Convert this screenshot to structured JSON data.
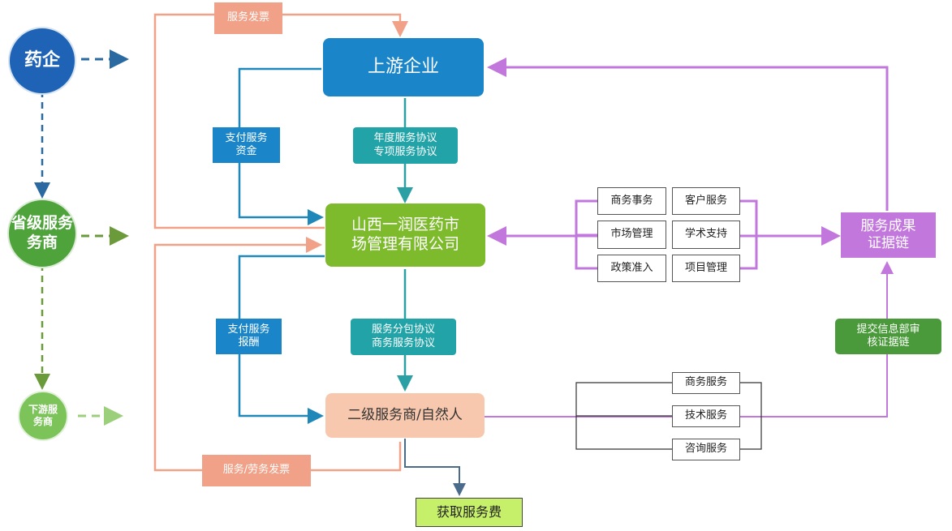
{
  "stages": {
    "pharma": "药企",
    "provincial": "省级服务\n务商",
    "downstream": "下游服\n务商"
  },
  "nodes": {
    "upstream": "上游企业",
    "company": "山西一润医药市\n场管理有限公司",
    "secondary": "二级服务商/自然人",
    "evidence": "服务成果\n证据链",
    "fee": "获取服务费"
  },
  "labels": {
    "invoice_service": "服务发票",
    "pay_funds": "支付服务\n资金",
    "annual_agreement": "年度服务协议\n专项服务协议",
    "pay_reward": "支付服务\n报酬",
    "subcontract": "服务分包协议\n商务服务协议",
    "labor_invoice": "服务/劳务发票",
    "submit_review": "提交信息部审\n核证据链"
  },
  "services_company": [
    "商务事务",
    "客户服务",
    "市场管理",
    "学术支持",
    "政策准入",
    "项目管理"
  ],
  "services_secondary": [
    "商务服务",
    "技术服务",
    "咨询服务"
  ],
  "colors": {
    "blue": "#1a86c9",
    "green": "#7dbb2c",
    "teal": "#21a3a8",
    "salmon": "#f0a188",
    "purple": "#c277dc",
    "dark_green": "#4a9a3b",
    "fee_bg": "#c7f06a"
  }
}
